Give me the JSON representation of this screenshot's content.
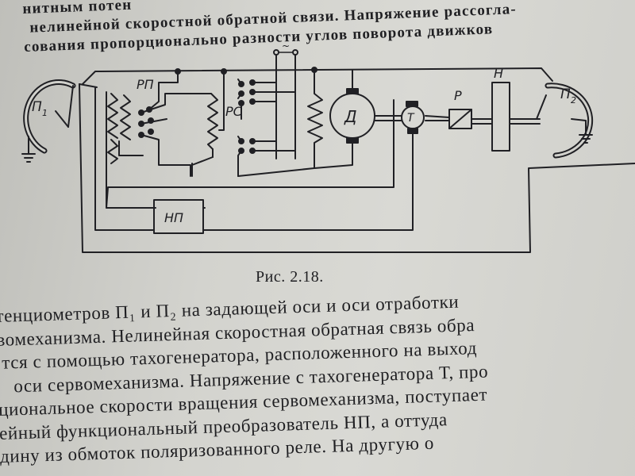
{
  "top_lines": [
    "нитным потен",
    "нелинейной скоростной обратной связи. Напряжение рассогла-",
    "сования пропорционально разности углов поворота движков"
  ],
  "figure": {
    "labels": {
      "p1": "П",
      "p1_sub": "1",
      "p2": "П",
      "p2_sub": "2",
      "rp": "РП",
      "rs": "РС",
      "motor": "Д",
      "tacho": "Т",
      "reducer": "Р",
      "load": "Н",
      "converter": "НП",
      "supply": "~"
    },
    "caption": "Рис. 2.18."
  },
  "body_lines": [
    "тенциометров П₁ и П₂ на задающей оси и оси отработки",
    "вомеханизма. Нелинейная скоростная обратная связь обра",
    "тся с помощью тахогенератора, расположенного на выход",
    "оси сервомеханизма. Напряжение с тахогенератора Т, про",
    "циональное скорости вращения сервомеханизма, поступает",
    "ейный функциональный преобразователь НП, а оттуда",
    "дину из обмоток поляризованного реле. На другую о"
  ]
}
